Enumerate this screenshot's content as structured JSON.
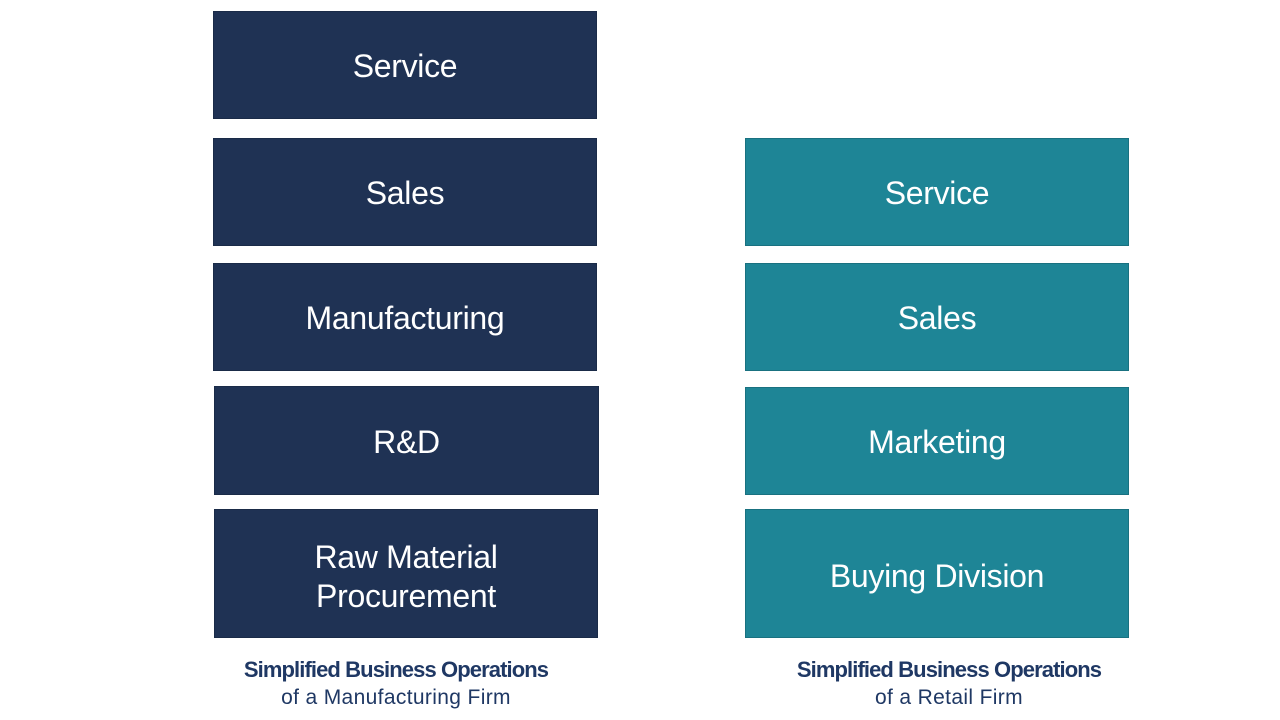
{
  "page": {
    "background": "#ffffff"
  },
  "colors": {
    "manufacturing_box": "#1f3254",
    "retail_box": "#1e8596",
    "box_text": "#ffffff",
    "caption_text": "#1f3864"
  },
  "columns": [
    {
      "id": "manufacturing-firm",
      "boxes": [
        "Service",
        "Sales",
        "Manufacturing",
        "R&D",
        "Raw Material\nProcurement"
      ],
      "caption_line1": "Simplified Business Operations",
      "caption_line2": "of a Manufacturing Firm"
    },
    {
      "id": "retail-firm",
      "boxes": [
        "Service",
        "Sales",
        "Marketing",
        "Buying Division"
      ],
      "caption_line1": "Simplified Business Operations",
      "caption_line2": "of a Retail Firm"
    }
  ]
}
